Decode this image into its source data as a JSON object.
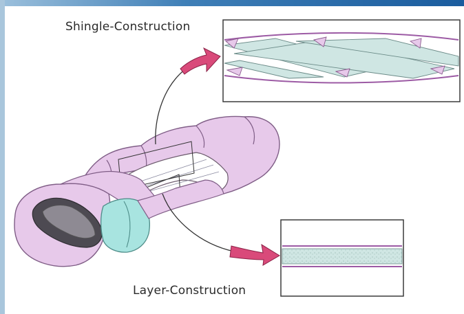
{
  "diagram": {
    "labels": {
      "shingle": "Shingle-Construction",
      "layer": "Layer-Construction"
    },
    "colors": {
      "frame_left": "#a9c6dc",
      "frame_top": "#1f63a3",
      "bag_fill": "#e7c9ea",
      "bag_stroke": "#7f5d86",
      "foot_fill": "#a8e4e0",
      "insulation_fill": "#cfe6e3",
      "arrow": "#d94a7a"
    },
    "icons": [
      "pink-arrow-shape"
    ]
  }
}
